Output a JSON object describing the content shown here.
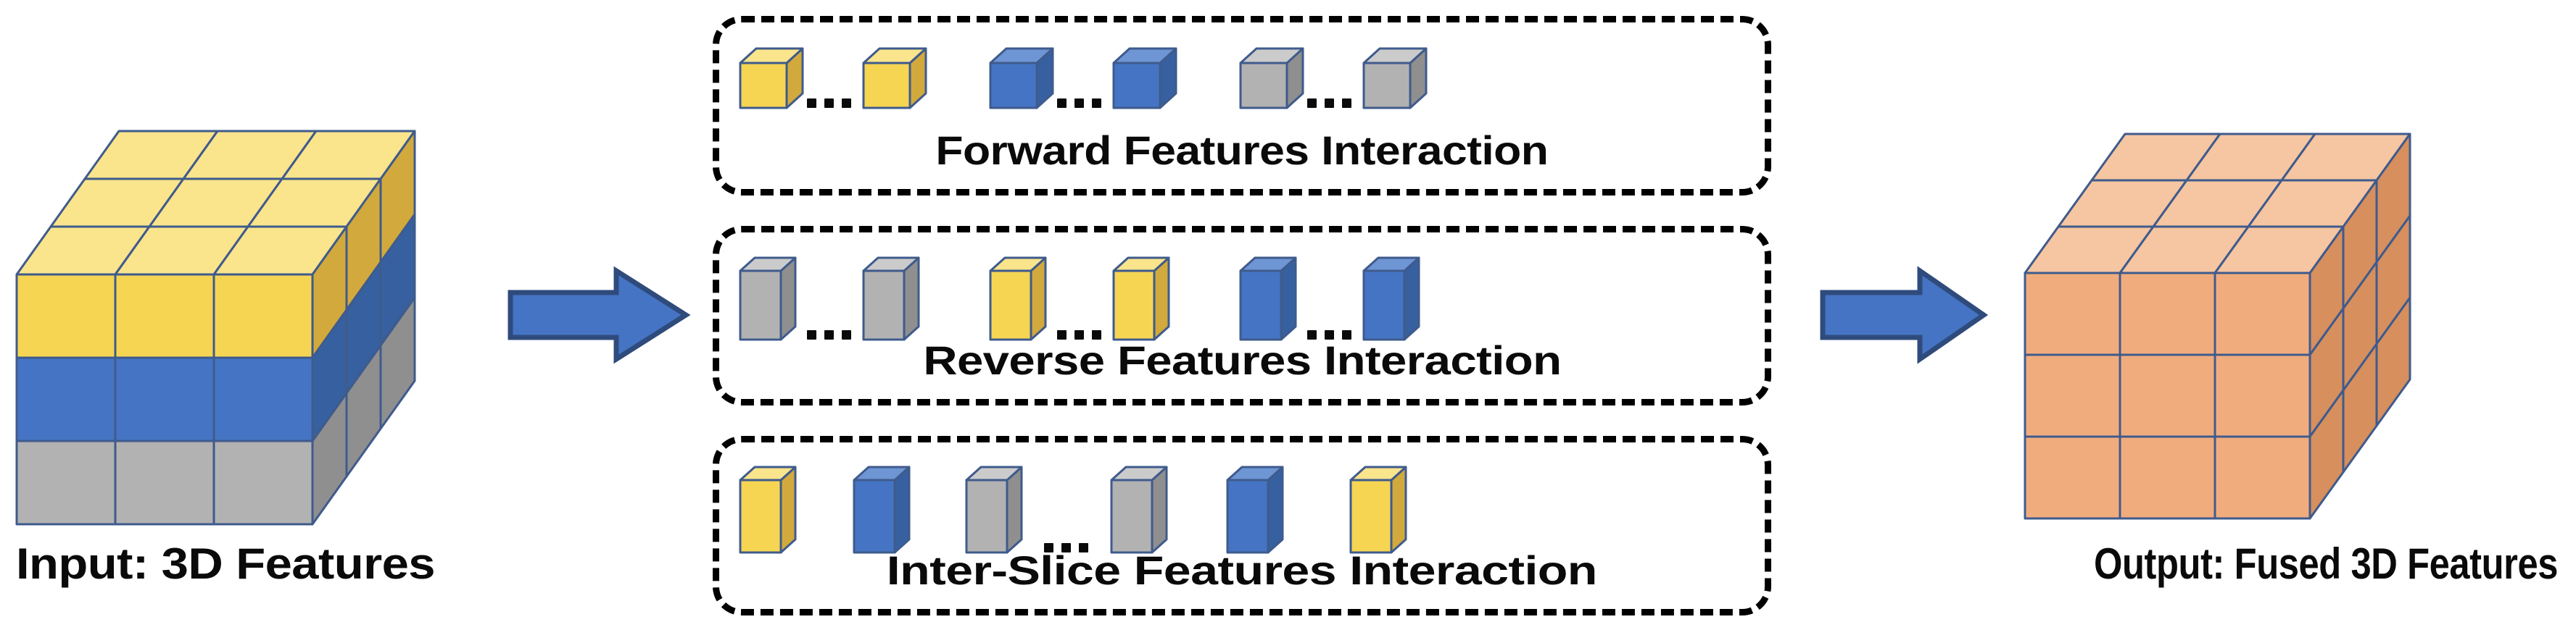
{
  "figure": {
    "title": "3D Feature Interaction and Fusion Diagram",
    "background": "#ffffff"
  },
  "palette": {
    "yellow_front": "#F6D553",
    "yellow_top": "#FAE48C",
    "yellow_side": "#D2A93C",
    "blue_front": "#4574C4",
    "blue_top": "#6E95D4",
    "blue_side": "#36609F",
    "gray_front": "#B2B2B2",
    "gray_top": "#CBCBCB",
    "gray_side": "#8F8F8F",
    "orange_front": "#F1AC7D",
    "orange_top": "#F6C5A1",
    "orange_side": "#D78F5D",
    "outline": "#3F5B8C",
    "dash_stroke": "#000000",
    "arrow_fill": "#4574C4",
    "arrow_stroke": "#2F4B7C",
    "text": "#0A0A0A"
  },
  "input": {
    "caption": "Input: 3D Features",
    "cube": {
      "dims": [
        3,
        3,
        3
      ],
      "layer_colors_top_to_bottom": [
        "yellow",
        "blue",
        "gray"
      ]
    }
  },
  "output": {
    "caption": "Output: Fused 3D Features",
    "cube": {
      "dims": [
        3,
        3,
        3
      ],
      "color": "orange"
    }
  },
  "arrows": [
    {
      "name": "input-to-interaction",
      "direction": "right"
    },
    {
      "name": "interaction-to-output",
      "direction": "right"
    }
  ],
  "interaction_rows": [
    {
      "id": "forward",
      "label": "Forward Features Interaction",
      "items": [
        {
          "type": "block",
          "color": "yellow"
        },
        {
          "type": "ellipsis",
          "text": "..."
        },
        {
          "type": "block",
          "color": "yellow"
        },
        {
          "type": "block",
          "color": "blue"
        },
        {
          "type": "ellipsis",
          "text": "..."
        },
        {
          "type": "block",
          "color": "blue"
        },
        {
          "type": "block",
          "color": "gray"
        },
        {
          "type": "ellipsis",
          "text": "..."
        },
        {
          "type": "block",
          "color": "gray"
        }
      ]
    },
    {
      "id": "reverse",
      "label": "Reverse Features Interaction",
      "items": [
        {
          "type": "block",
          "color": "gray"
        },
        {
          "type": "ellipsis",
          "text": "..."
        },
        {
          "type": "block",
          "color": "gray"
        },
        {
          "type": "block",
          "color": "yellow"
        },
        {
          "type": "ellipsis",
          "text": "..."
        },
        {
          "type": "block",
          "color": "yellow"
        },
        {
          "type": "block",
          "color": "blue"
        },
        {
          "type": "ellipsis",
          "text": "..."
        },
        {
          "type": "block",
          "color": "blue"
        }
      ]
    },
    {
      "id": "inter-slice",
      "label": "Inter-Slice Features Interaction",
      "items": [
        {
          "type": "block",
          "color": "yellow"
        },
        {
          "type": "block",
          "color": "blue"
        },
        {
          "type": "block",
          "color": "gray"
        },
        {
          "type": "ellipsis",
          "text": "..."
        },
        {
          "type": "block",
          "color": "gray"
        },
        {
          "type": "block",
          "color": "blue"
        },
        {
          "type": "block",
          "color": "yellow"
        }
      ]
    }
  ]
}
